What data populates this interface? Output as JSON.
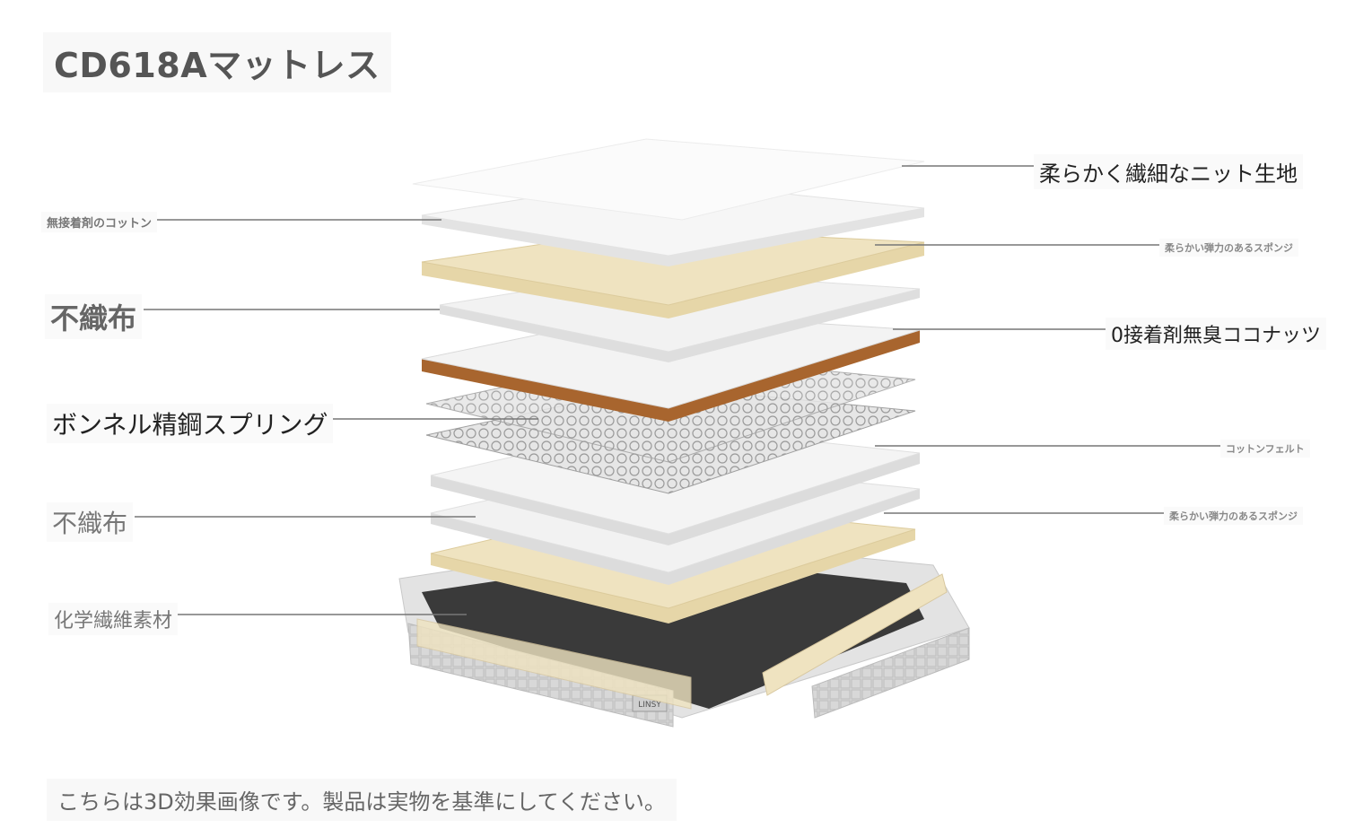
{
  "title": "CD618Aマットレス",
  "labels": {
    "left": [
      "無接着剤のコットン",
      "不織布",
      "ボンネル精鋼スプリング",
      "不織布",
      "化学繊維素材"
    ],
    "right": [
      "柔らかく繊細なニット生地",
      "柔らかい弾力のあるスポンジ",
      "0接着剤無臭ココナッツ",
      "コットンフェルト",
      "柔らかい弾力のあるスポンジ"
    ]
  },
  "brand_mark": "LINSY",
  "footer": "こちらは3D効果画像です。製品は実物を基準にしてください。",
  "colors": {
    "white_layer": "#f2f2f2",
    "foam_layer": "#efe3c0",
    "coconut_layer": "#a8652e",
    "base_panel": "#3a3a3a",
    "frame": "#d5d5d5",
    "leader_line": "#777777"
  }
}
